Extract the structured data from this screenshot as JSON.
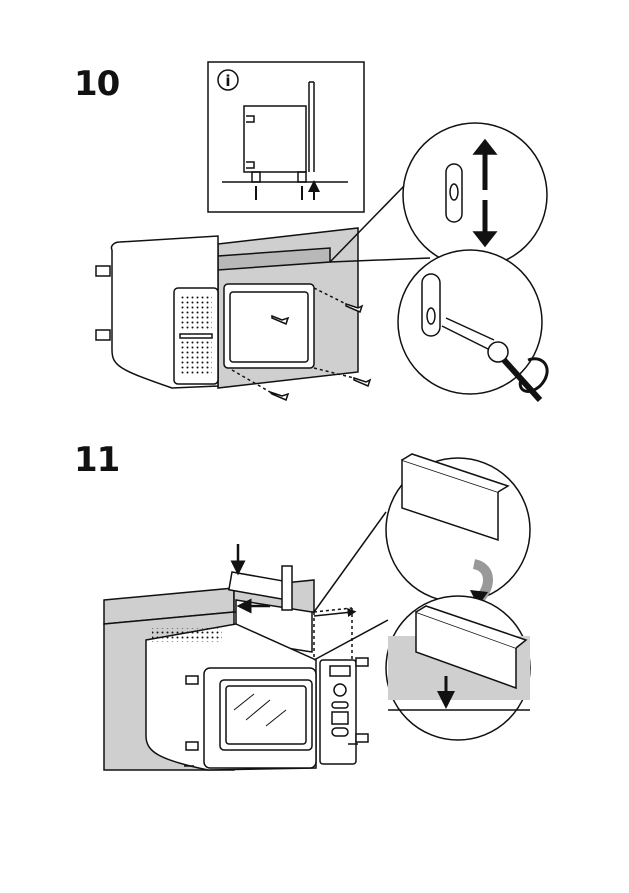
{
  "steps": [
    {
      "number": "10"
    },
    {
      "number": "11"
    }
  ],
  "info_icon": {
    "glyph": "i",
    "icon": "info-icon"
  },
  "colors": {
    "ink": "#111111",
    "cabinet_grey": "#cfcfcf",
    "panel_grey": "#b8b8b8",
    "background": "#ffffff"
  }
}
